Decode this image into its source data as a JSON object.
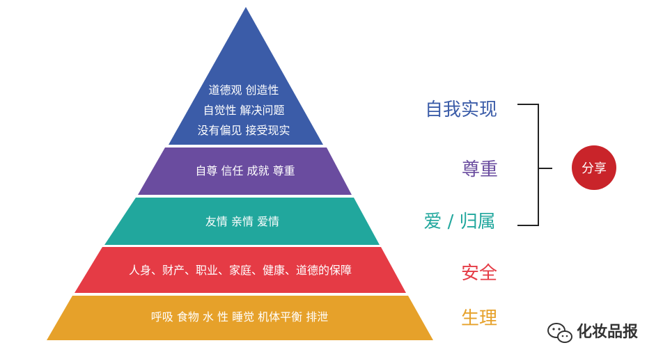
{
  "pyramid": {
    "tiers": [
      {
        "lines": [
          "道德观 创造性",
          "自觉性 解决问题",
          "没有偏见 接受现实"
        ],
        "color": "#3b5ca8"
      },
      {
        "lines": [
          "自尊 信任 成就 尊重"
        ],
        "color": "#6a4c9f"
      },
      {
        "lines": [
          "友情  亲情  爱情"
        ],
        "color": "#21a79d"
      },
      {
        "lines": [
          "人身、财产、职业、家庭、健康、道德的保障"
        ],
        "color": "#e53b45"
      },
      {
        "lines": [
          "呼吸  食物  水  性  睡觉  机体平衡   排泄"
        ],
        "color": "#e6a12a"
      }
    ]
  },
  "levels": [
    {
      "label": "自我实现",
      "color": "#3b5ca8"
    },
    {
      "label": "尊重",
      "color": "#6a4c9f"
    },
    {
      "label": "爱 / 归属",
      "color": "#21a79d"
    },
    {
      "label": "安全",
      "color": "#e53b45"
    },
    {
      "label": "生理",
      "color": "#e6a12a"
    }
  ],
  "share": {
    "label": "分享",
    "color": "#c9242a"
  },
  "brand": {
    "label": "化妆品报",
    "icon": "wechat-icon"
  }
}
